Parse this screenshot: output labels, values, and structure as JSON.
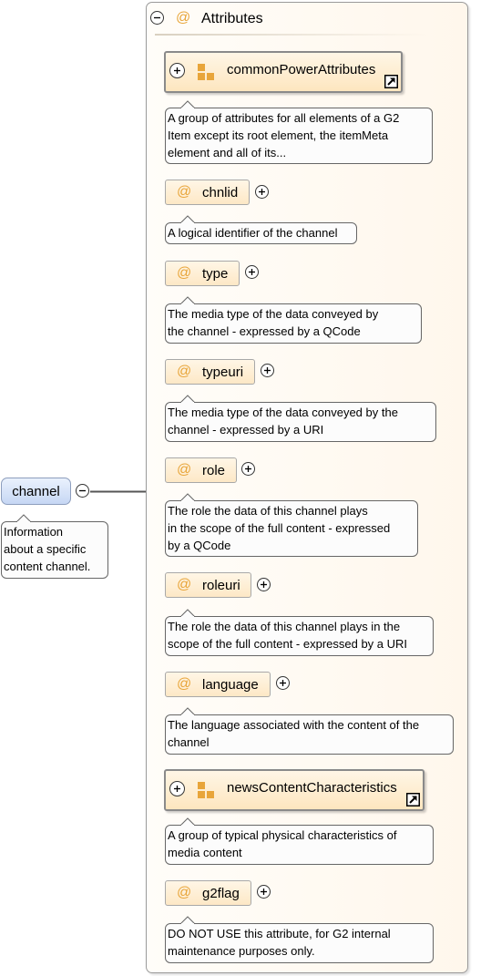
{
  "attributes_group": {
    "label": "Attributes"
  },
  "element": {
    "name": "channel",
    "doc": "Information about a specific content channel.",
    "doc_lines": [
      "Information",
      "about a specific",
      "content channel."
    ]
  },
  "items": [
    {
      "kind": "group",
      "name": "commonPowerAttributes",
      "doc_lines": [
        "A group of attributes for all elements of a G2",
        "Item except its root element, the itemMeta",
        "element and all of its..."
      ]
    },
    {
      "kind": "attribute",
      "name": "chnlid",
      "doc_lines": [
        "A logical identifier of the channel"
      ]
    },
    {
      "kind": "attribute",
      "name": "type",
      "doc_lines": [
        "The media type of the data conveyed by",
        "the channel - expressed by a QCode"
      ]
    },
    {
      "kind": "attribute",
      "name": "typeuri",
      "doc_lines": [
        "The media type of the data conveyed by the",
        "channel - expressed by a URI"
      ]
    },
    {
      "kind": "attribute",
      "name": "role",
      "doc_lines": [
        "The role the data of this channel plays",
        "in the scope of the full content - expressed",
        "by a QCode"
      ]
    },
    {
      "kind": "attribute",
      "name": "roleuri",
      "doc_lines": [
        "The role the data of this channel plays in the",
        "scope of the full content - expressed by a URI"
      ]
    },
    {
      "kind": "attribute",
      "name": "language",
      "doc_lines": [
        "The language associated with the content of the",
        "channel"
      ]
    },
    {
      "kind": "group",
      "name": "newsContentCharacteristics",
      "doc_lines": [
        "A group of typical physical characteristics of",
        "media content"
      ]
    },
    {
      "kind": "attribute",
      "name": "g2flag",
      "doc_lines": [
        "DO NOT USE this attribute, for G2 internal",
        "maintenance purposes only."
      ]
    }
  ],
  "colors": {
    "attribute_fill": "#fde8c6",
    "element_fill": "#c6d7f4",
    "at_symbol": "#e8a53a",
    "group_icon": "#e8a53a"
  },
  "icons": {
    "collapse": "minus-circle-icon",
    "expand": "plus-circle-icon",
    "attribute": "at-sign-icon",
    "group": "attribute-group-icon",
    "reference": "shortcut-arrow-icon"
  }
}
